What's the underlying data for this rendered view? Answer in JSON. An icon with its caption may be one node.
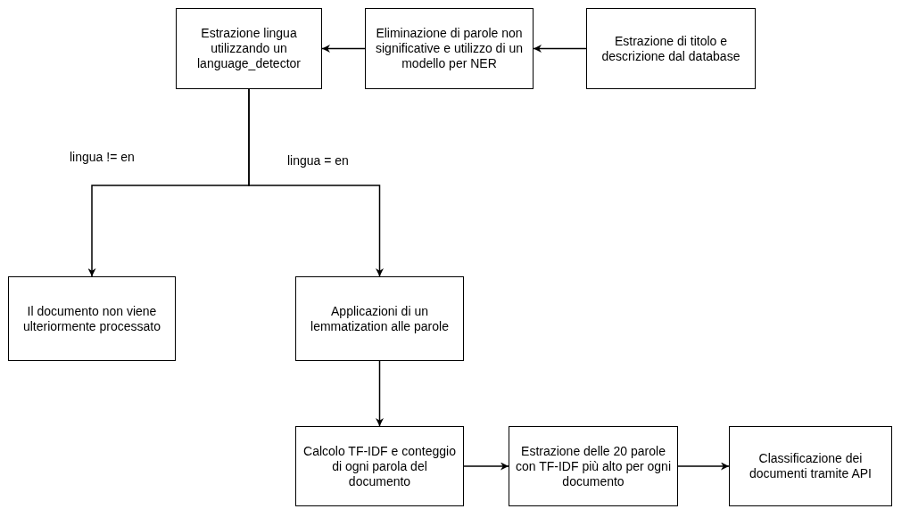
{
  "diagram": {
    "nodes": [
      {
        "text": [
          "Estrazione lingua utilizzando un language_detector"
        ]
      },
      {
        "text": [
          "Eliminazione di parole non significative e utilizzo di un modello per NER"
        ]
      },
      {
        "text": [
          "Estrazione di titolo e descrizione dal database"
        ]
      },
      {
        "text": [
          "Il documento non viene ulteriormente processato"
        ]
      },
      {
        "text": [
          "Applicazioni di un lemmatization alle parole"
        ]
      },
      {
        "text": [
          "Calcolo TF-IDF e conteggio di ogni parola del documento"
        ]
      },
      {
        "text": [
          "Estrazione delle 20 parole con TF-IDF più alto per ogni documento"
        ]
      },
      {
        "text": [
          "Classificazione dei documenti tramite API"
        ]
      }
    ],
    "edges": [
      {
        "from": 2,
        "to": 1,
        "arrow": "to"
      },
      {
        "from": 1,
        "to": 0,
        "arrow": "to"
      },
      {
        "from": 0,
        "to": 3,
        "arrow": "to",
        "label": "lingua != en"
      },
      {
        "from": 0,
        "to": 4,
        "arrow": "to",
        "label": "lingua = en"
      },
      {
        "from": 4,
        "to": 5,
        "arrow": "to"
      },
      {
        "from": 5,
        "to": 6,
        "arrow": "to"
      },
      {
        "from": 6,
        "to": 7,
        "arrow": "to"
      }
    ]
  }
}
